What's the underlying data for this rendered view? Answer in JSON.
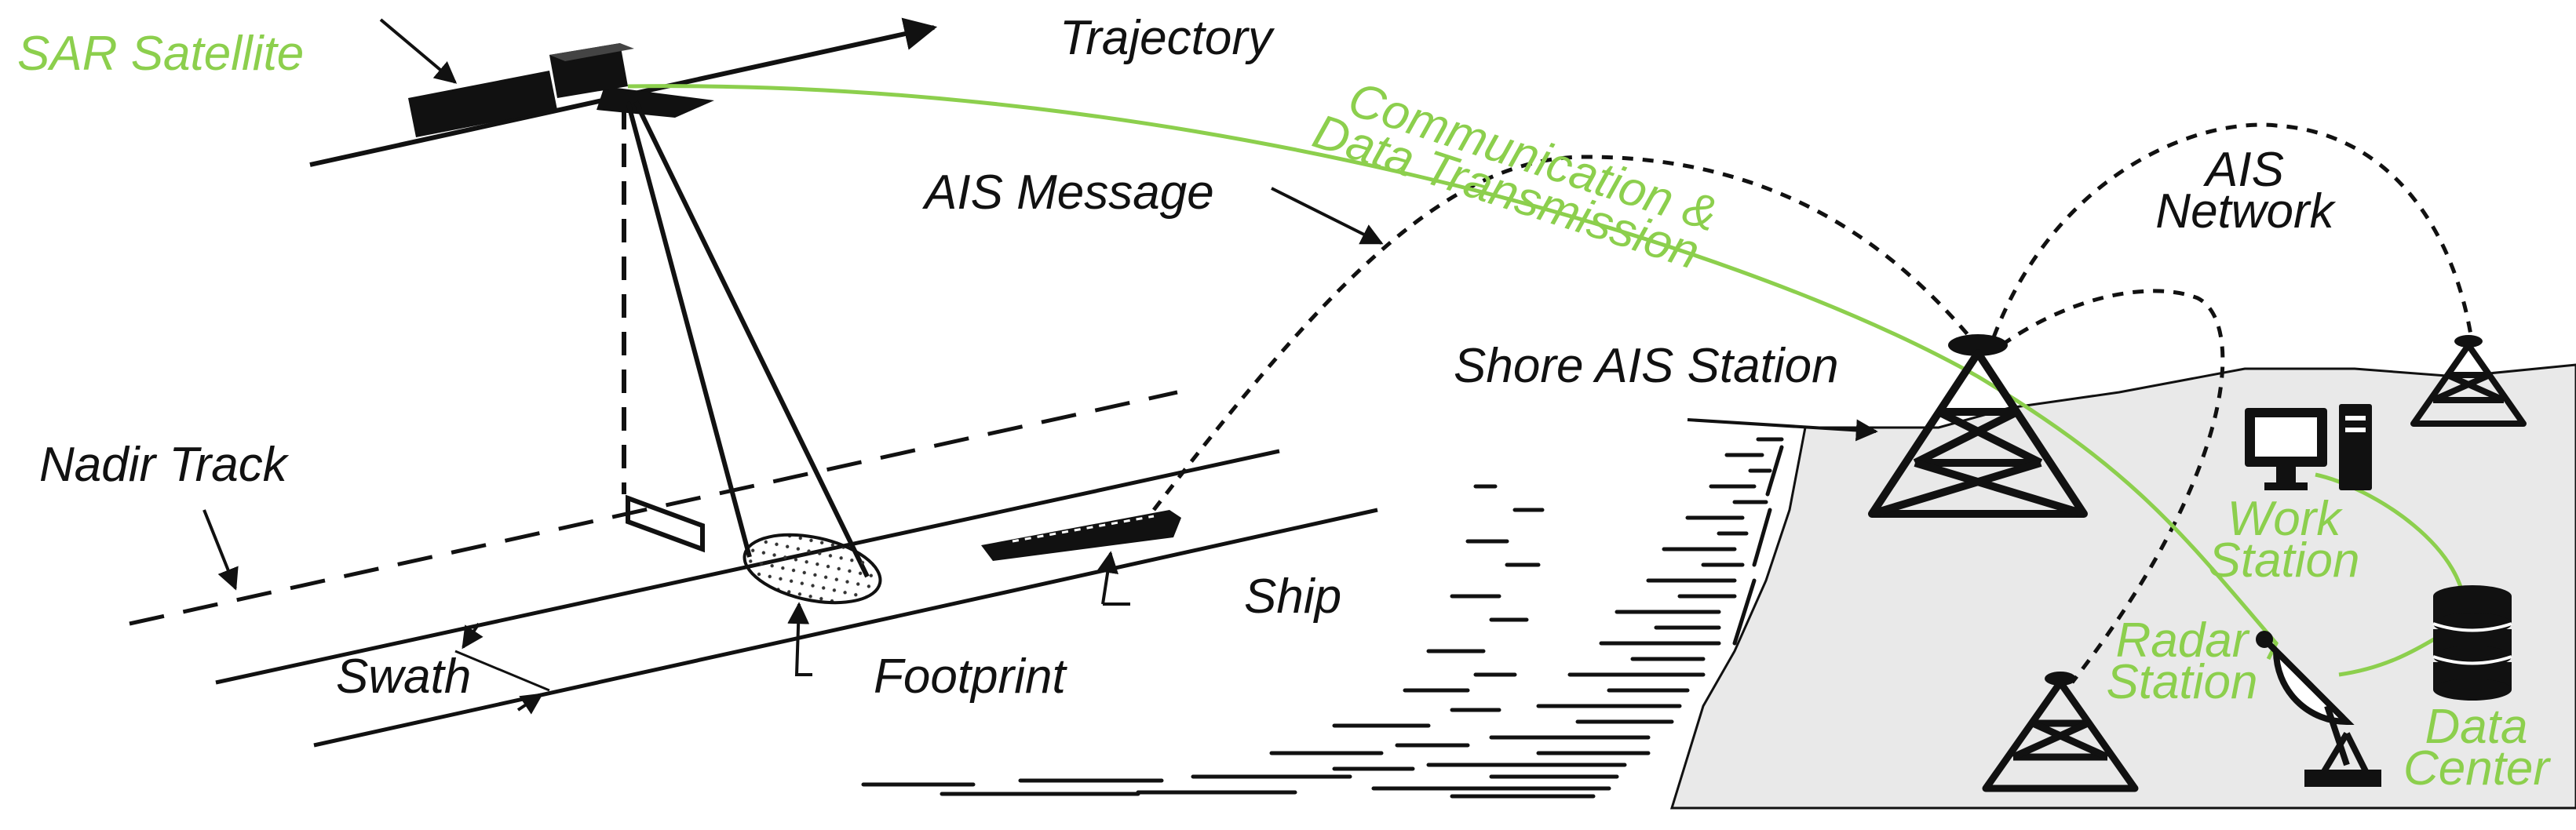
{
  "labels": {
    "sar_satellite": "SAR Satellite",
    "trajectory": "Trajectory",
    "communication_line1": "Communication &",
    "communication_line2": "Data Transmission",
    "ais_message": "AIS Message",
    "ais_network_line1": "AIS",
    "ais_network_line2": "Network",
    "shore_ais_station": "Shore AIS Station",
    "nadir_track": "Nadir Track",
    "swath": "Swath",
    "footprint": "Footprint",
    "ship": "Ship",
    "work_station_line1": "Work",
    "work_station_line2": "Station",
    "radar_station_line1": "Radar",
    "radar_station_line2": "Station",
    "data_center_line1": "Data",
    "data_center_line2": "Center"
  },
  "colors": {
    "ink": "#111111",
    "accent_green": "#8ccf4d",
    "land": "#e9e9e9"
  },
  "icons": [
    "satellite-icon",
    "ship-icon",
    "ais-tower-icon",
    "computer-icon",
    "database-icon",
    "radar-dish-icon"
  ]
}
